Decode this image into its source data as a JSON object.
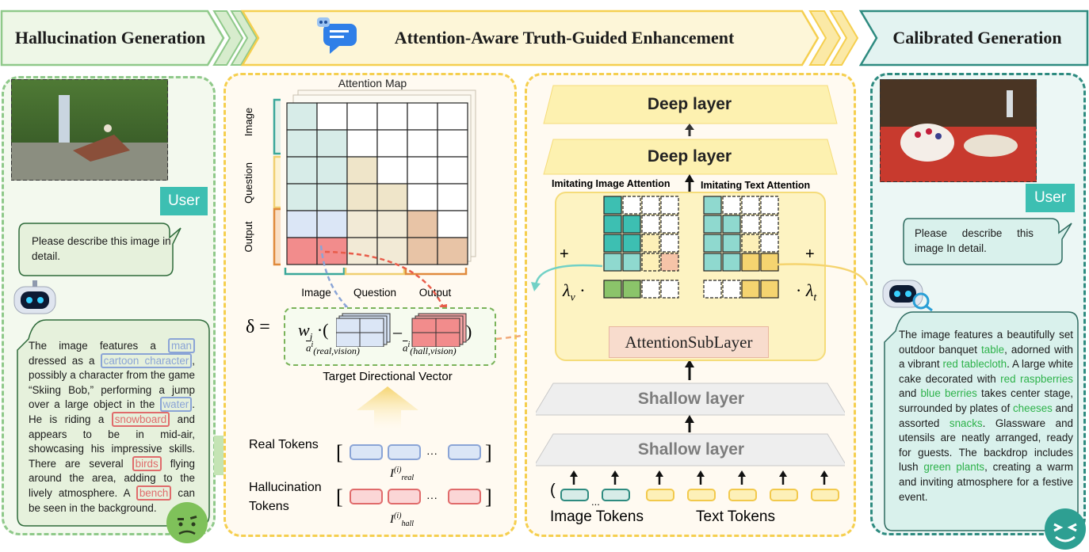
{
  "headers": {
    "left": "Hallucination Generation",
    "middle": "Attention-Aware Truth-Guided Enhancement",
    "right": "Calibrated Generation"
  },
  "left_panel": {
    "user_label": "User",
    "prompt": "Please describe this image in detail.",
    "response": {
      "p1": "The image features a ",
      "e1": "man",
      "p2": " dressed as a ",
      "e2": "cartoon character",
      "p3": ", possibly a character from the game “Skiing Bob,” performing a jump over a large object in the ",
      "e3": "water",
      "p4": ". He is riding a ",
      "e4": "snowboard",
      "p5": " and appears to be in mid-air, showcasing his impressive skills. There are several ",
      "e5": "birds",
      "p6": " flying around the area, adding to the lively atmosphere. A ",
      "e6": "bench",
      "p7": " can be seen in the background."
    }
  },
  "attention_panel": {
    "map_title": "Attention Map",
    "row_labels": [
      "Image",
      "Question",
      "Output"
    ],
    "col_labels": [
      "Image",
      "Question",
      "Output"
    ],
    "formula": {
      "delta": "δ =",
      "weight": "w",
      "weight_sub": "i",
      "real_sub": "(real,vision)",
      "hall_sub": "(hall,vision)",
      "a_bar": "a",
      "a_sup": "i"
    },
    "tdv_label": "Target Directional Vector",
    "real_tokens_label": "Real Tokens",
    "hall_tokens_label": "Hallucination Tokens",
    "real_sym": "I",
    "real_sub": "real",
    "hall_sub": "hall",
    "sup": "(i)",
    "ellipsis": "···"
  },
  "layer_panel": {
    "deep1": "Deep layer",
    "deep2": "Deep layer",
    "img_att": "Imitating Image Attention",
    "txt_att": "Imitating Text Attention",
    "sublayer": "AttentionSubLayer",
    "shallow1": "Shallow layer",
    "shallow2": "Shallow layer",
    "image_tokens": "Image Tokens",
    "text_tokens": "Text Tokens",
    "lambda_v": "λ",
    "lambda_v_sub": "v",
    "lambda_t": "λ",
    "lambda_t_sub": "t",
    "plus": "+",
    "dot": "·",
    "ellipsis": "...",
    "paren": "("
  },
  "right_panel": {
    "user_label": "User",
    "prompt": "Please describe this image In detail.",
    "response": {
      "p1": "The image features a beautifully set outdoor banquet ",
      "g1": "table",
      "p2": ", adorned with a vibrant ",
      "g2": "red tablecloth",
      "p3": ". A large white cake decorated with ",
      "g3": "red raspberries",
      "p4": " and ",
      "g4": "blue berries",
      "p5": " takes center stage, surrounded by plates of ",
      "g5": "cheeses",
      "p6": " and assorted ",
      "g6": "snacks",
      "p7": ". Glassware and utensils are neatly arranged, ready for guests. The backdrop includes lush ",
      "g7": "green plants",
      "p8": ", creating a warm and inviting atmosphere for a festive event."
    }
  },
  "colors": {
    "green_panel": "#8fc98a",
    "yellow_panel": "#f5cf4f",
    "teal_panel": "#2e8b80",
    "teal": "#3dbfb2",
    "blue_token": "#8aa4d6",
    "red_token": "#e06b6b",
    "yellow_token": "#f2c94c"
  }
}
